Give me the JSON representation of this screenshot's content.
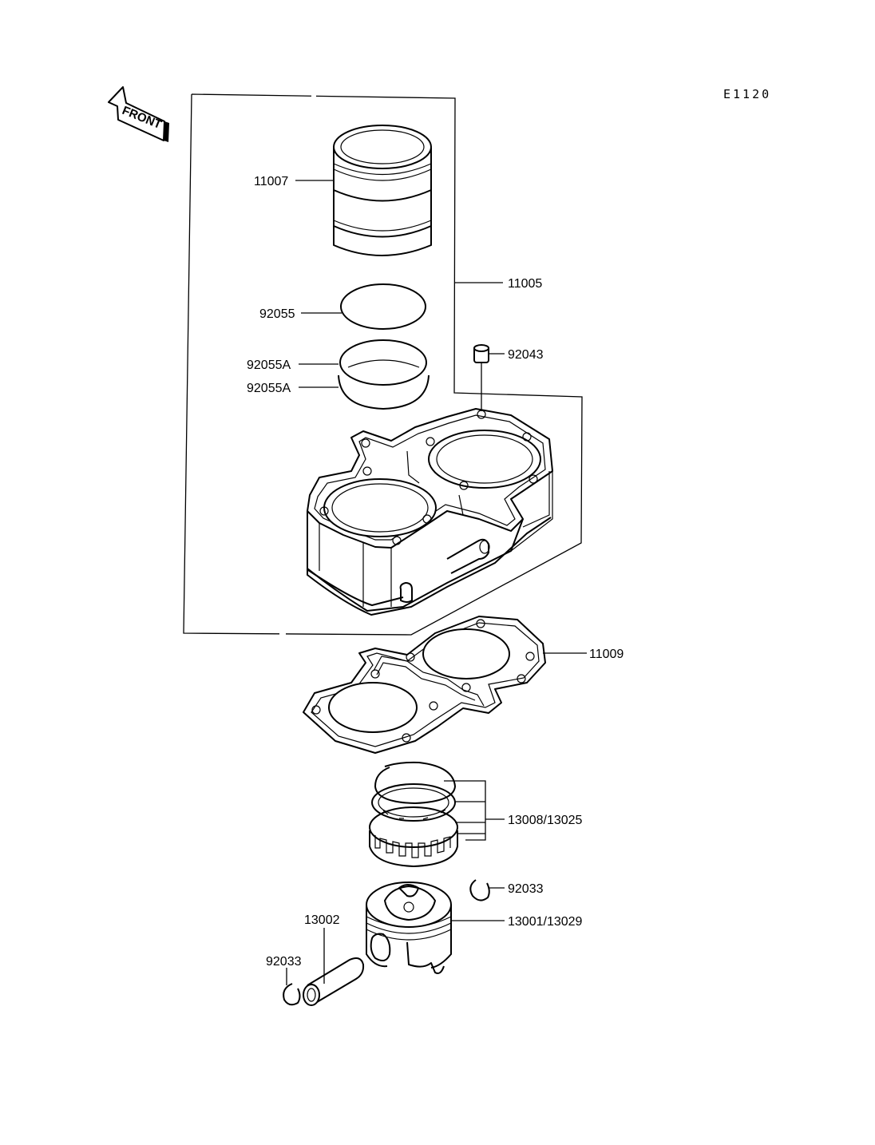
{
  "diagram_code": "E1120",
  "front_arrow_label": "FRONT",
  "labels": {
    "p11007": "11007",
    "p11005": "11005",
    "p92055": "92055",
    "p92055a_1": "92055A",
    "p92055a_2": "92055A",
    "p92043": "92043",
    "p11009": "11009",
    "p13008": "13008/13025",
    "p92033_right": "92033",
    "p13001": "13001/13029",
    "p13002": "13002",
    "p92033_left": "92033"
  }
}
